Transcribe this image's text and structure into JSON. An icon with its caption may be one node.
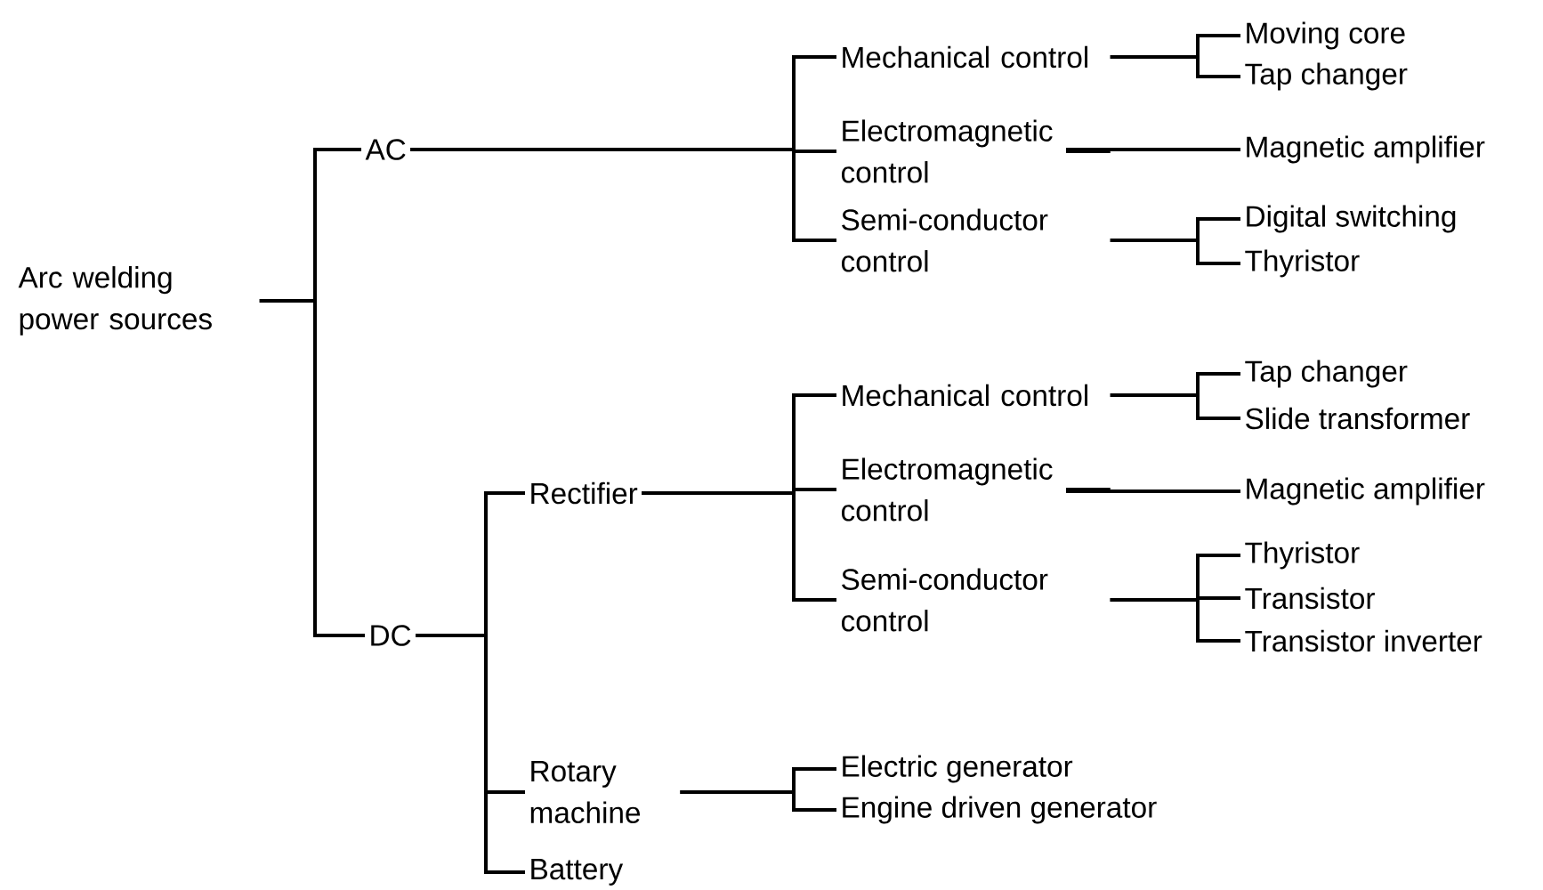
{
  "diagram": {
    "nodes": [
      {
        "text": [
          "Arc welding power sources"
        ]
      },
      {
        "text": [
          "AC"
        ]
      },
      {
        "text": [
          "DC"
        ]
      },
      {
        "text": [
          "Mechanical control"
        ]
      },
      {
        "text": [
          "Electromagnetic control"
        ]
      },
      {
        "text": [
          "Semi-conductor control"
        ]
      },
      {
        "text": [
          "Moving core"
        ]
      },
      {
        "text": [
          "Tap changer"
        ]
      },
      {
        "text": [
          "Magnetic amplifier"
        ]
      },
      {
        "text": [
          "Digital switching"
        ]
      },
      {
        "text": [
          "Thyristor"
        ]
      },
      {
        "text": [
          "Rectifier"
        ]
      },
      {
        "text": [
          "Rotary machine"
        ]
      },
      {
        "text": [
          "Battery"
        ]
      },
      {
        "text": [
          "Mechanical control"
        ]
      },
      {
        "text": [
          "Electromagnetic control"
        ]
      },
      {
        "text": [
          "Semi-conductor control"
        ]
      },
      {
        "text": [
          "Tap changer"
        ]
      },
      {
        "text": [
          "Slide transformer"
        ]
      },
      {
        "text": [
          "Magnetic amplifier"
        ]
      },
      {
        "text": [
          "Thyristor"
        ]
      },
      {
        "text": [
          "Transistor"
        ]
      },
      {
        "text": [
          "Transistor inverter"
        ]
      },
      {
        "text": [
          "Electric generator"
        ]
      },
      {
        "text": [
          "Engine driven generator"
        ]
      }
    ],
    "edges": [
      {
        "from": 0,
        "to": 1,
        "arrow": "none"
      },
      {
        "from": 0,
        "to": 2,
        "arrow": "none"
      },
      {
        "from": 1,
        "to": 3,
        "arrow": "none"
      },
      {
        "from": 1,
        "to": 4,
        "arrow": "none"
      },
      {
        "from": 1,
        "to": 5,
        "arrow": "none"
      },
      {
        "from": 3,
        "to": 6,
        "arrow": "none"
      },
      {
        "from": 3,
        "to": 7,
        "arrow": "none"
      },
      {
        "from": 4,
        "to": 8,
        "arrow": "none"
      },
      {
        "from": 5,
        "to": 9,
        "arrow": "none"
      },
      {
        "from": 5,
        "to": 10,
        "arrow": "none"
      },
      {
        "from": 2,
        "to": 11,
        "arrow": "none"
      },
      {
        "from": 2,
        "to": 12,
        "arrow": "none"
      },
      {
        "from": 2,
        "to": 13,
        "arrow": "none"
      },
      {
        "from": 11,
        "to": 14,
        "arrow": "none"
      },
      {
        "from": 11,
        "to": 15,
        "arrow": "none"
      },
      {
        "from": 11,
        "to": 16,
        "arrow": "none"
      },
      {
        "from": 14,
        "to": 17,
        "arrow": "none"
      },
      {
        "from": 14,
        "to": 18,
        "arrow": "none"
      },
      {
        "from": 15,
        "to": 19,
        "arrow": "none"
      },
      {
        "from": 16,
        "to": 20,
        "arrow": "none"
      },
      {
        "from": 16,
        "to": 21,
        "arrow": "none"
      },
      {
        "from": 16,
        "to": 22,
        "arrow": "none"
      },
      {
        "from": 12,
        "to": 23,
        "arrow": "none"
      },
      {
        "from": 12,
        "to": 24,
        "arrow": "none"
      }
    ]
  }
}
